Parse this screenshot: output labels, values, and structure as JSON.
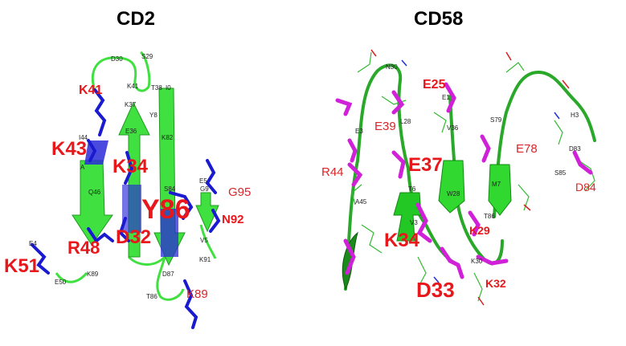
{
  "colors": {
    "strand": "#40e040",
    "strand_dark": "#1f9a1f",
    "residue_cd2": "#1a1ad0",
    "residue_cd58": "#d020d8",
    "label": "#e8171b"
  },
  "cd2": {
    "title": "CD2",
    "labels_bold": [
      "K41",
      "K43",
      "K34",
      "Y86",
      "D32",
      "R48",
      "K51"
    ],
    "labels_regular": [
      "G95",
      "N92",
      "K89"
    ],
    "small_labels": [
      "D30",
      "S29",
      "K41",
      "K37",
      "T38",
      "I0",
      "Y8",
      "E36",
      "I44",
      "K82",
      "Q46",
      "S84",
      "A",
      "G9",
      "V5",
      "E5",
      "K91",
      "E50",
      "K89",
      "D87",
      "T86",
      "E4"
    ]
  },
  "cd58": {
    "title": "CD58",
    "labels_bold": [
      "E25",
      "E37",
      "K34",
      "K29",
      "D33",
      "K32"
    ],
    "labels_regular": [
      "E39",
      "R44",
      "E78",
      "D84"
    ],
    "small_labels": [
      "N30",
      "L28",
      "E1",
      "V36",
      "S79",
      "H3",
      "E3",
      "M7",
      "W28",
      "A45",
      "T86",
      "D83",
      "S85",
      "T6",
      "V3",
      "K30"
    ]
  }
}
